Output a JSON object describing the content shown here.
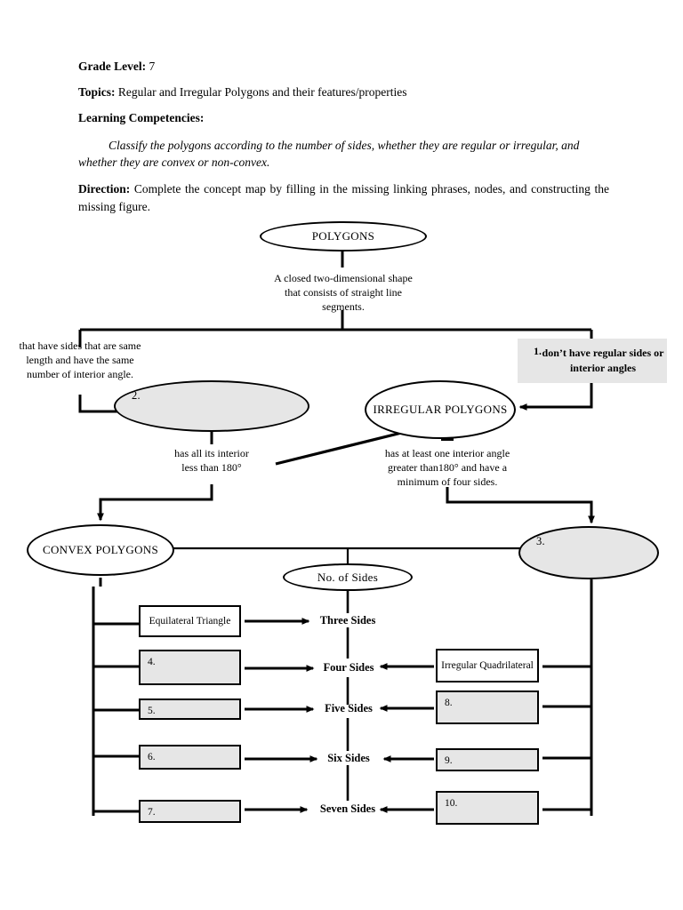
{
  "header": {
    "grade_label": "Grade Level:",
    "grade_value": "7",
    "topics_label": "Topics:",
    "topics_value": "Regular and Irregular Polygons and their features/properties",
    "competencies_label": "Learning Competencies:",
    "competencies_text": "Classify the polygons according to the number of sides, whether they are regular or irregular, and whether they are convex or non-convex.",
    "direction_label": "Direction:",
    "direction_text": "Complete the concept map by filling in the missing linking phrases, nodes, and constructing the missing figure."
  },
  "diagram": {
    "root": "POLYGONS",
    "root_definition": "A closed two-dimensional shape that consists of straight line segments.",
    "left_phrase": "that have sides that are same length and have the same number of interior angle.",
    "right_band_number": "1.",
    "right_band_text": "don’t have regular sides or interior angles",
    "node2_number": "2.",
    "irregular": "IRREGULAR POLYGONS",
    "convex_phrase": "has all its interior less than 180°",
    "irregular_phrase": "has at least one interior angle greater than180° and have a minimum of four sides.",
    "convex": "CONVEX POLYGONS",
    "node3_number": "3.",
    "no_of_sides": "No. of Sides",
    "side_labels": [
      "Three Sides",
      "Four Sides",
      "Five Sides",
      "Six Sides",
      "Seven Sides"
    ],
    "left_boxes": [
      {
        "number": "",
        "text": "Equilateral Triangle",
        "filled": false
      },
      {
        "number": "4.",
        "text": "",
        "filled": true
      },
      {
        "number": "5.",
        "text": "",
        "filled": true
      },
      {
        "number": "6.",
        "text": "",
        "filled": true
      },
      {
        "number": "7.",
        "text": "",
        "filled": true
      }
    ],
    "right_boxes": [
      {
        "number": "",
        "text": "Irregular Quadrilateral",
        "filled": false
      },
      {
        "number": "8.",
        "text": "",
        "filled": true
      },
      {
        "number": "9.",
        "text": "",
        "filled": true
      },
      {
        "number": "10.",
        "text": "",
        "filled": true
      }
    ]
  },
  "colors": {
    "fill_gray": "#e6e6e6",
    "stroke": "#000000",
    "page": "#ffffff"
  }
}
